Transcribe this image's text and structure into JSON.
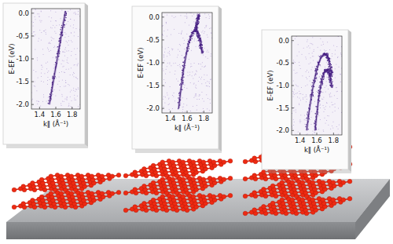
{
  "diagram": {
    "labels": [
      "E-EF (eV)",
      "0.0",
      "-0.5",
      "-1.0",
      "-1.5",
      "-2.0",
      "1.4",
      "1.6",
      "1.8",
      "k‖ (Å⁻¹)",
      "E-EF (eV)",
      "0.0",
      "-0.5",
      "-1.0",
      "-1.5",
      "-2.0",
      "1.4",
      "1.6",
      "1.8",
      "k‖ (Å⁻¹)",
      "E-EF (eV)",
      "0.0",
      "-0.5",
      "-1.0",
      "-1.5",
      "-2.0",
      "1.4",
      "1.6",
      "1.8",
      "k‖ (Å⁻¹)"
    ]
  }
}
